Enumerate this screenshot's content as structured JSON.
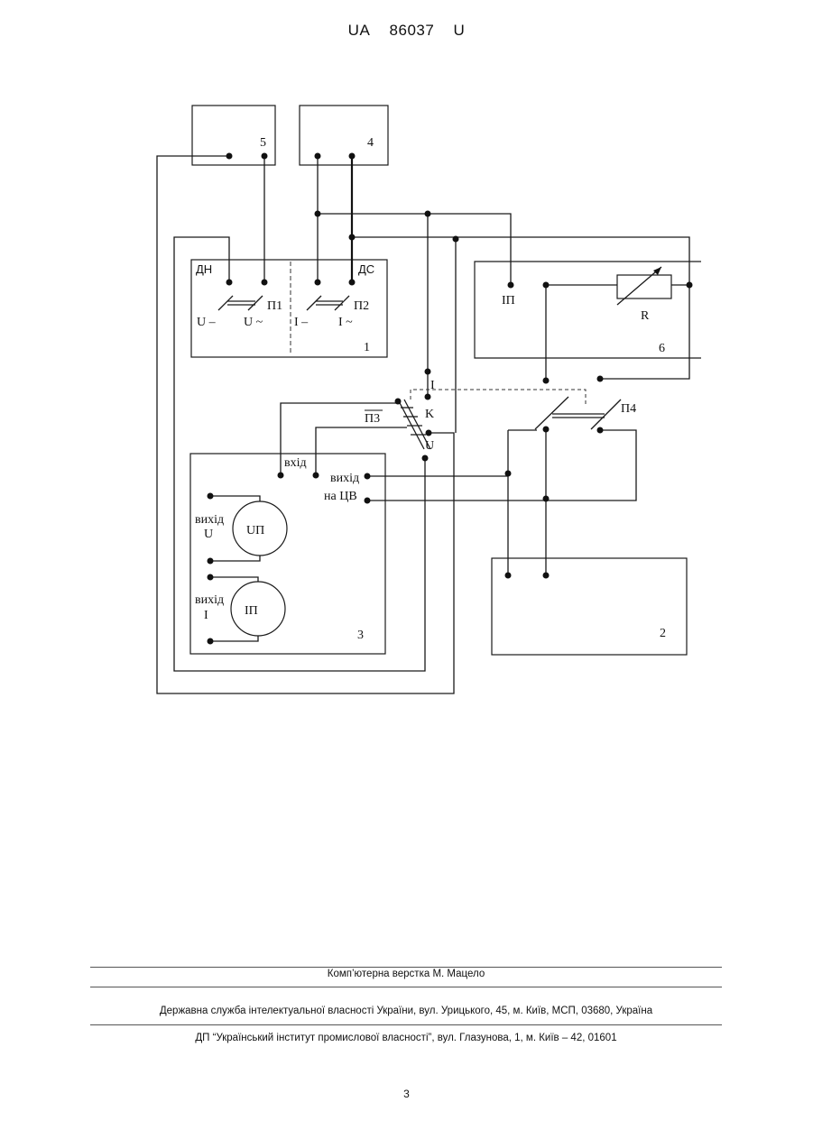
{
  "header": {
    "country": "UA",
    "number": "86037",
    "kind": "U"
  },
  "diagram": {
    "blocks": {
      "b1": {
        "number": "1",
        "left_title": "ДН",
        "right_title": "ДС",
        "left_switch": "П1",
        "right_switch": "П2",
        "u_dc": "U –",
        "u_ac": "U ~",
        "i_dc": "I –",
        "i_ac": "I ~"
      },
      "b2": {
        "number": "2"
      },
      "b3": {
        "number": "3",
        "input": "вхід",
        "output_line1": "вихід",
        "output_line2": "на ЦВ",
        "out_u_line1": "вихід",
        "out_u_line2": "U",
        "out_i_line1": "вихід",
        "out_i_line2": "I",
        "meter_u": "UП",
        "meter_i": "IП"
      },
      "b4": {
        "number": "4"
      },
      "b5": {
        "number": "5"
      },
      "b6": {
        "number": "6",
        "terminal": "IП",
        "resistor": "R"
      }
    },
    "switches": {
      "p3": "П3",
      "p4": "П4",
      "k": "K",
      "k_i": "I",
      "k_u": "U"
    }
  },
  "footer": {
    "line1": "Комп’ютерна верстка М. Мацело",
    "line2": "Державна служба інтелектуальної власності України, вул. Урицького, 45, м. Київ, МСП, 03680, Україна",
    "line3": "ДП “Український інститут промислової власності”, вул. Глазунова, 1, м. Київ – 42, 01601"
  },
  "page_number": "3"
}
